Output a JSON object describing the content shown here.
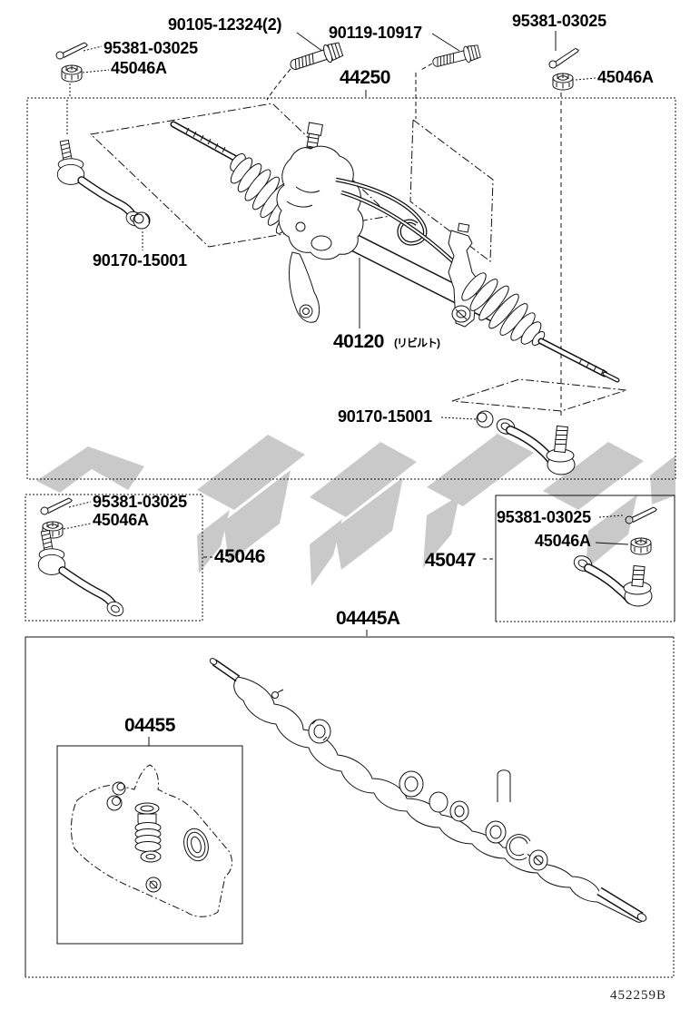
{
  "figure": {
    "code": "452259B"
  },
  "colors": {
    "line": "#111111",
    "watermark": "#c9c9c9",
    "background": "#ffffff"
  },
  "labels": {
    "bolt_a": "90105-12324(2)",
    "bolt_b": "90119-10917",
    "pin_top_left": "95381-03025",
    "nut_top_left": "45046A",
    "pin_top_right": "95381-03025",
    "nut_top_right": "45046A",
    "gear_unit": "44250",
    "gear_assy": "40120",
    "gear_assy_note": "(リビルト)",
    "grommet_left": "90170-15001",
    "grommet_right": "90170-15001",
    "tie_rod_left": "45046",
    "tie_rod_left_pin": "95381-03025",
    "tie_rod_left_nut": "45046A",
    "tie_rod_right": "45047",
    "tie_rod_right_pin": "95381-03025",
    "tie_rod_right_nut": "45046A",
    "gasket_kit": "04445A",
    "seal_kit": "04455"
  }
}
